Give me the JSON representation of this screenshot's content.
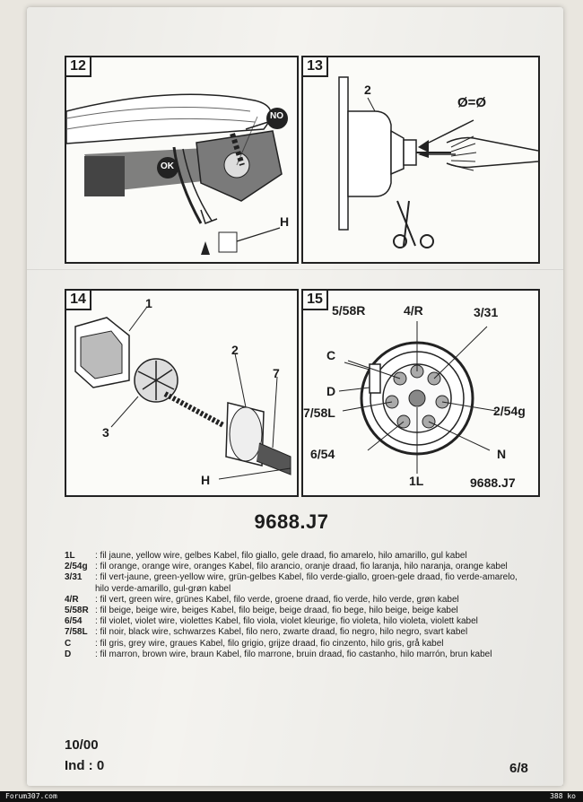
{
  "panels": {
    "p12": {
      "number": "12",
      "labels": {
        "no": "NO",
        "ok": "OK",
        "h": "H"
      }
    },
    "p13": {
      "number": "13",
      "labels": {
        "two": "2",
        "diam": "Ø=Ø"
      }
    },
    "p14": {
      "number": "14",
      "labels": {
        "one": "1",
        "two": "2",
        "three": "3",
        "seven": "7",
        "h": "H"
      }
    },
    "p15": {
      "number": "15",
      "labels": {
        "r558": "5/58R",
        "r4": "4/R",
        "r331": "3/31",
        "c": "C",
        "d": "D",
        "l758": "7/58L",
        "g254": "2/54g",
        "v654": "6/54",
        "n": "N",
        "l1": "1L",
        "ref": "9688.J7"
      }
    }
  },
  "reference": "9688.J7",
  "wires": [
    {
      "code": "1L",
      "desc": ": fil jaune, yellow wire, gelbes Kabel, filo giallo, gele draad, fio amarelo, hilo amarillo, gul kabel"
    },
    {
      "code": "2/54g",
      "desc": ": fil orange, orange wire, oranges Kabel, filo arancio, oranje draad, fio laranja, hilo naranja, orange kabel"
    },
    {
      "code": "3/31",
      "desc": ": fil vert-jaune, green-yellow wire, grün-gelbes Kabel, filo verde-giallo, groen-gele draad, fio verde-amarelo,"
    },
    {
      "code": "",
      "desc": "hilo verde-amarillo, gul-grøn kabel"
    },
    {
      "code": "4/R",
      "desc": ": fil vert, green wire, grünes Kabel, filo verde, groene draad, fio verde, hilo verde, grøn kabel"
    },
    {
      "code": "5/58R",
      "desc": ": fil beige, beige wire, beiges Kabel, filo beige, beige draad, fio bege, hilo beige, beige kabel"
    },
    {
      "code": "6/54",
      "desc": ": fil violet, violet wire, violettes Kabel, filo viola, violet kleurige, fio violeta, hilo violeta, violett kabel"
    },
    {
      "code": "7/58L",
      "desc": ": fil noir, black wire, schwarzes Kabel, filo nero, zwarte draad, fio negro, hilo negro, svart kabel"
    },
    {
      "code": "C",
      "desc": ": fil gris, grey wire, graues Kabel, filo grigio, grijze draad, fio cinzento, hilo gris, grå kabel"
    },
    {
      "code": "D",
      "desc": ": fil marron, brown wire, braun Kabel, filo marrone, bruin draad, fio castanho, hilo marrón, brun kabel"
    }
  ],
  "footer": {
    "date": "10/00",
    "index": "Ind : 0",
    "page": "6/8"
  },
  "strip": {
    "left": "Forum307.com",
    "right": "388 ko"
  }
}
